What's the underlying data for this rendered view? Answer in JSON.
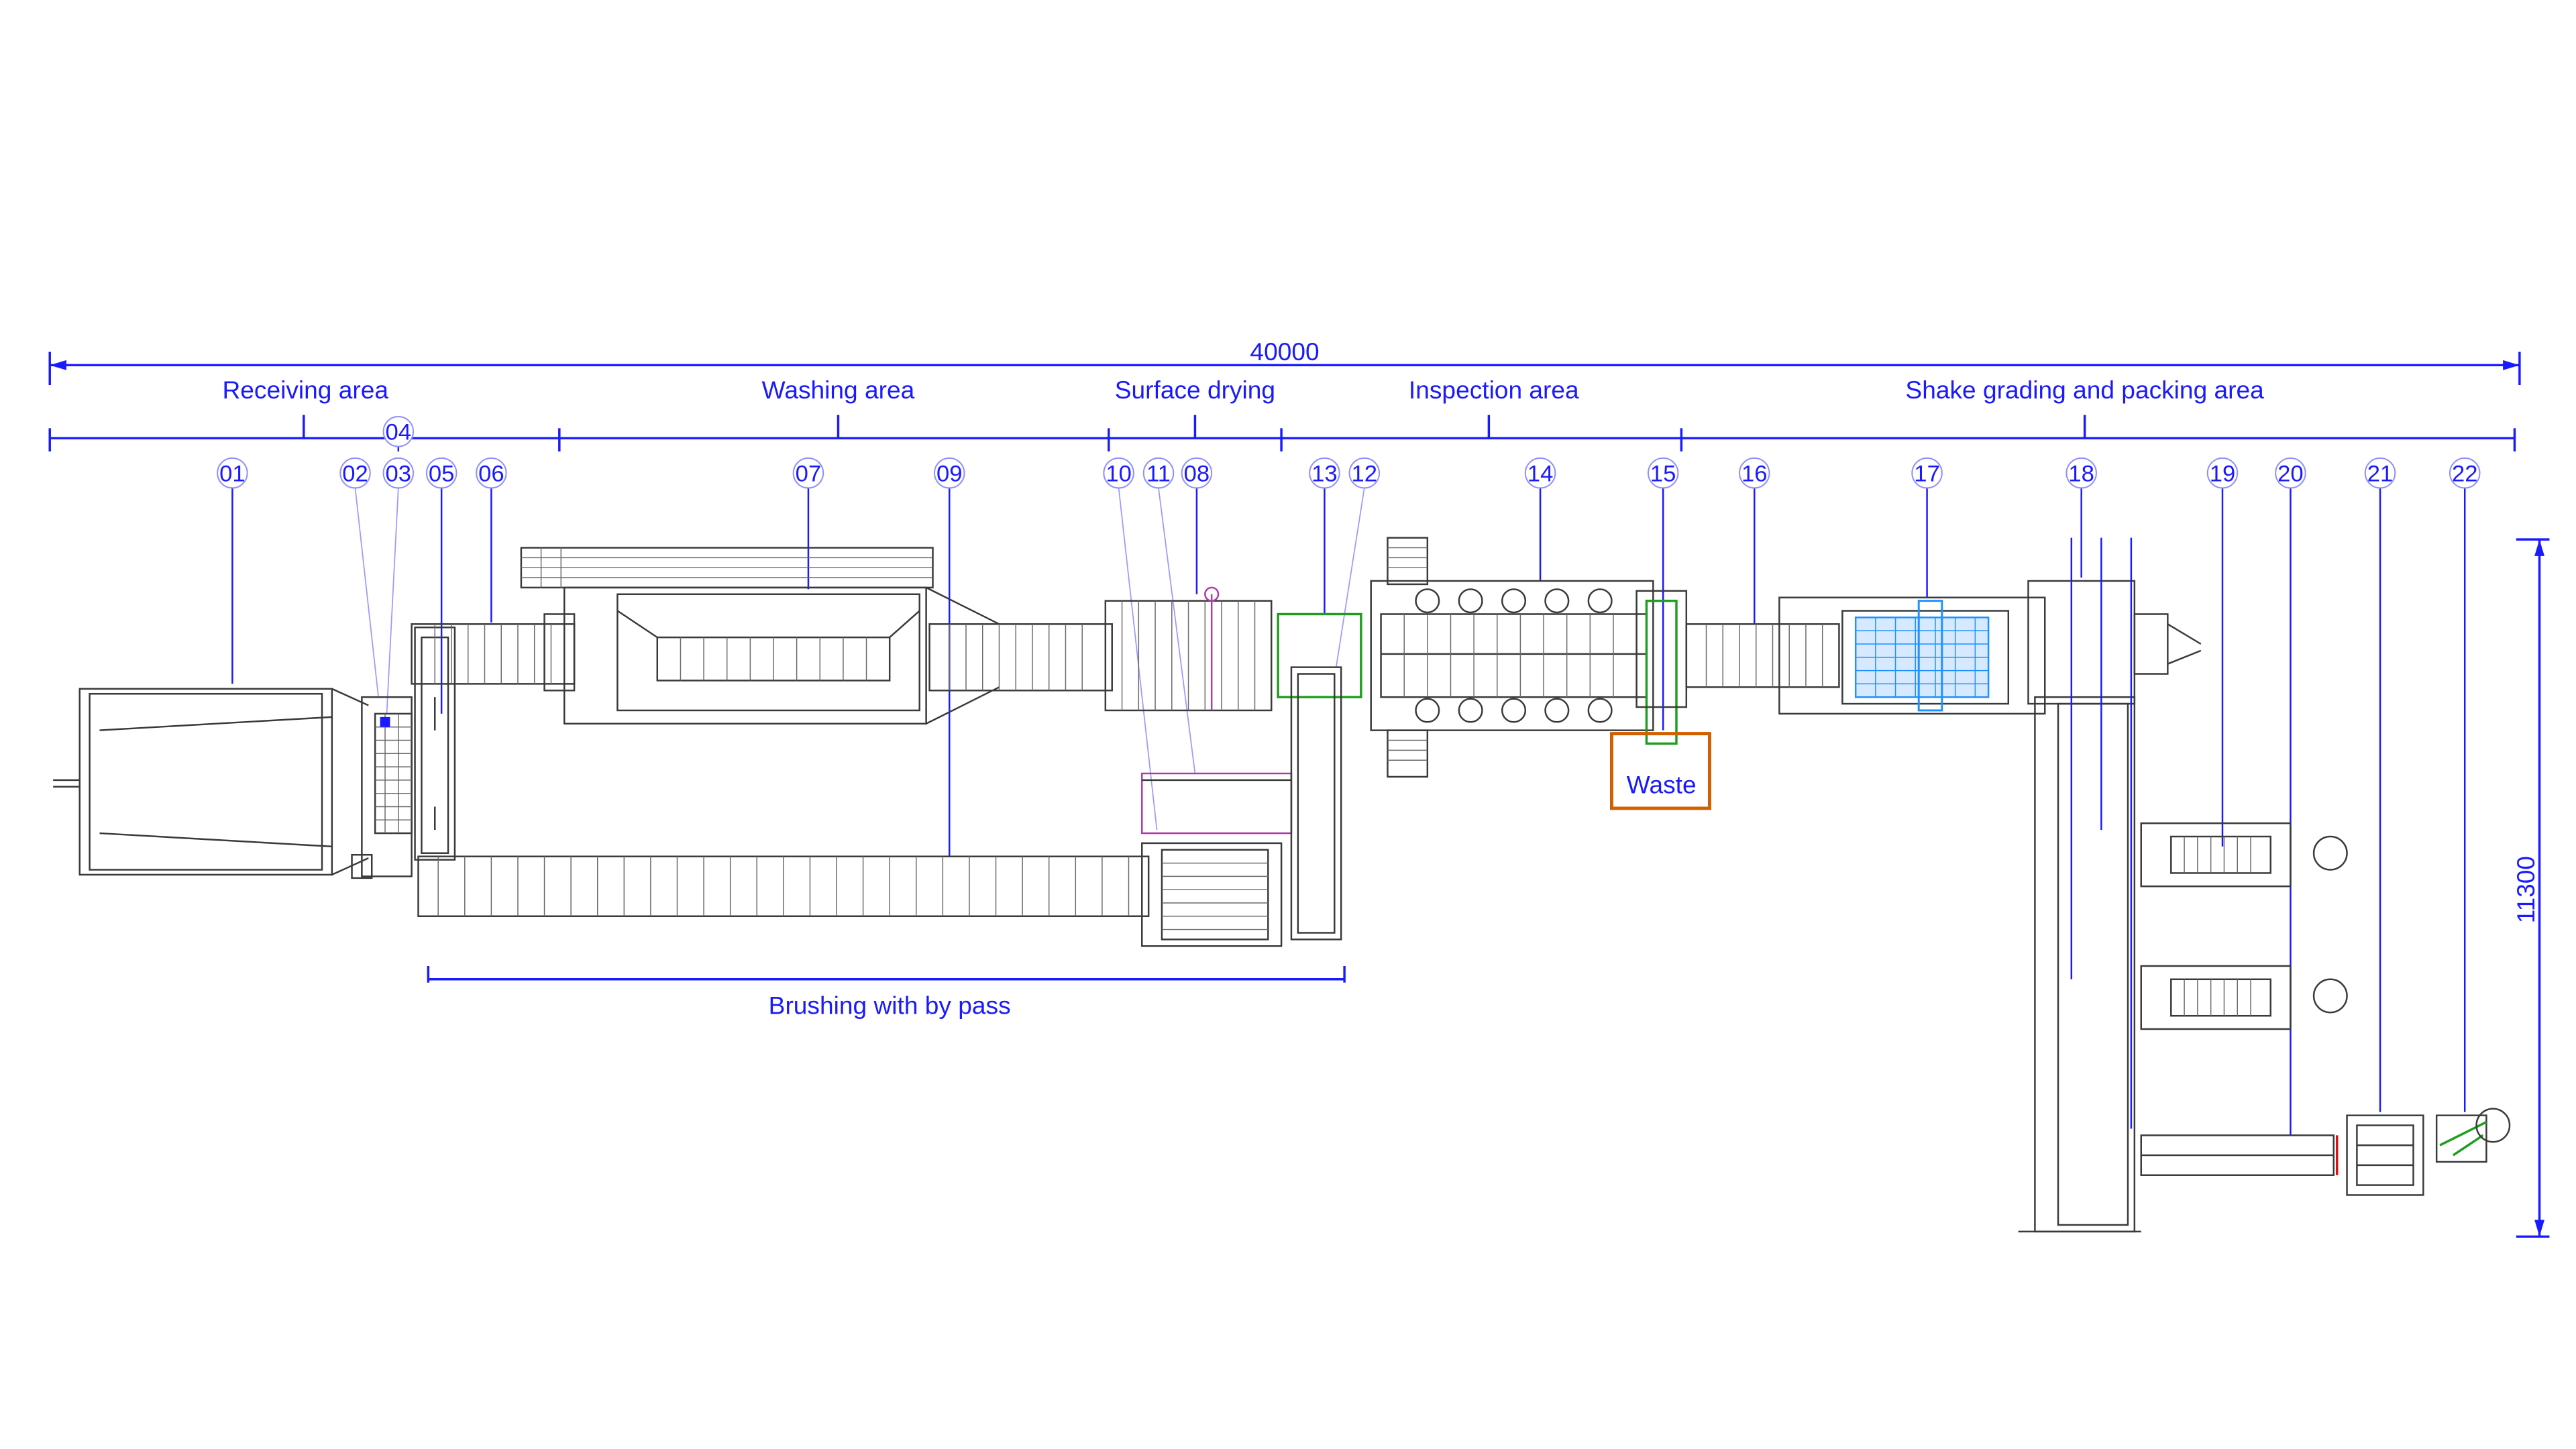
{
  "dimensions": {
    "total_length": "40000",
    "total_width": "11300"
  },
  "areas": [
    {
      "label": "Receiving area"
    },
    {
      "label": "Washing area"
    },
    {
      "label": "Surface drying"
    },
    {
      "label": "Inspection area"
    },
    {
      "label": "Shake grading and packing area"
    }
  ],
  "bypass_label": "Brushing with by pass",
  "waste_label": "Waste",
  "items": [
    "01",
    "02",
    "03",
    "04",
    "05",
    "06",
    "07",
    "09",
    "10",
    "11",
    "08",
    "13",
    "12",
    "14",
    "15",
    "16",
    "17",
    "18",
    "19",
    "20",
    "21",
    "22"
  ],
  "colors": {
    "annotation": "#1a1aff",
    "machine": "#3a3a3a",
    "waste_box": "#d06000",
    "bypass_frame": "#1e9e1e",
    "grading_screen": "#1e90ff"
  }
}
